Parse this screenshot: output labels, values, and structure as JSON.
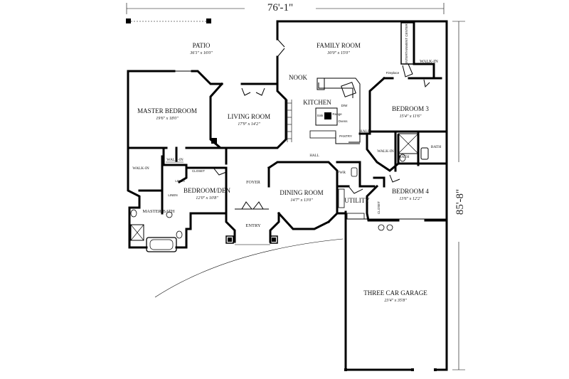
{
  "dimensions": {
    "width": "76'-1\"",
    "depth": "85'-8\""
  },
  "rooms": {
    "patio": {
      "name": "PATIO",
      "size": "36'1\" x 16'0\""
    },
    "family_room": {
      "name": "FAMILY ROOM",
      "size": "30'0\" x 15'0\""
    },
    "nook": {
      "name": "NOOK"
    },
    "kitchen": {
      "name": "KITCHEN"
    },
    "entertainment_center": {
      "name": "ENTERTAINMENT CENTER"
    },
    "fireplace": {
      "name": "Fireplace"
    },
    "walk_in_ne": {
      "name": "WALK-IN"
    },
    "master_bedroom": {
      "name": "MASTER BEDROOM",
      "size": "19'6\" x 18'0\""
    },
    "living_room": {
      "name": "LIVING ROOM",
      "size": "17'9\" x 14'2\""
    },
    "bedroom3": {
      "name": "BEDROOM 3",
      "size": "15'4\" x 11'6\""
    },
    "hall_e": {
      "name": "HALL"
    },
    "walk_in_e": {
      "name": "WALK-IN"
    },
    "bath_e1": {
      "name": "BATH"
    },
    "bath_e2": {
      "name": "BATH"
    },
    "pantry": {
      "name": "PANTRY"
    },
    "hall_mid": {
      "name": "HALL"
    },
    "walk_in_w": {
      "name": "WALK-IN"
    },
    "walk_in_master": {
      "name": "WALK-IN"
    },
    "closet_den": {
      "name": "CLOSET"
    },
    "bedroom_den": {
      "name": "BEDROOM/DEN",
      "size": "12'0\" x 10'8\""
    },
    "linen1": {
      "name": "LINEN"
    },
    "linen2": {
      "name": "LINEN"
    },
    "foyer": {
      "name": "FOYER"
    },
    "dining_room": {
      "name": "DINING ROOM",
      "size": "14'7\" x 13'0\""
    },
    "pwr": {
      "name": "PWR"
    },
    "utility": {
      "name": "UTILITY"
    },
    "bedroom4": {
      "name": "BEDROOM 4",
      "size": "13'6\" x 12'2\""
    },
    "closet_b4": {
      "name": "CLOSET"
    },
    "master_bath": {
      "name": "MASTER BATH"
    },
    "entry": {
      "name": "ENTRY"
    },
    "garage": {
      "name": "THREE CAR GARAGE",
      "size": "23'4\" x 35'8\""
    }
  },
  "kitchen_labels": {
    "range": "Range",
    "ovens": "Ovens",
    "dw": "D/W",
    "sink": "Sink"
  }
}
